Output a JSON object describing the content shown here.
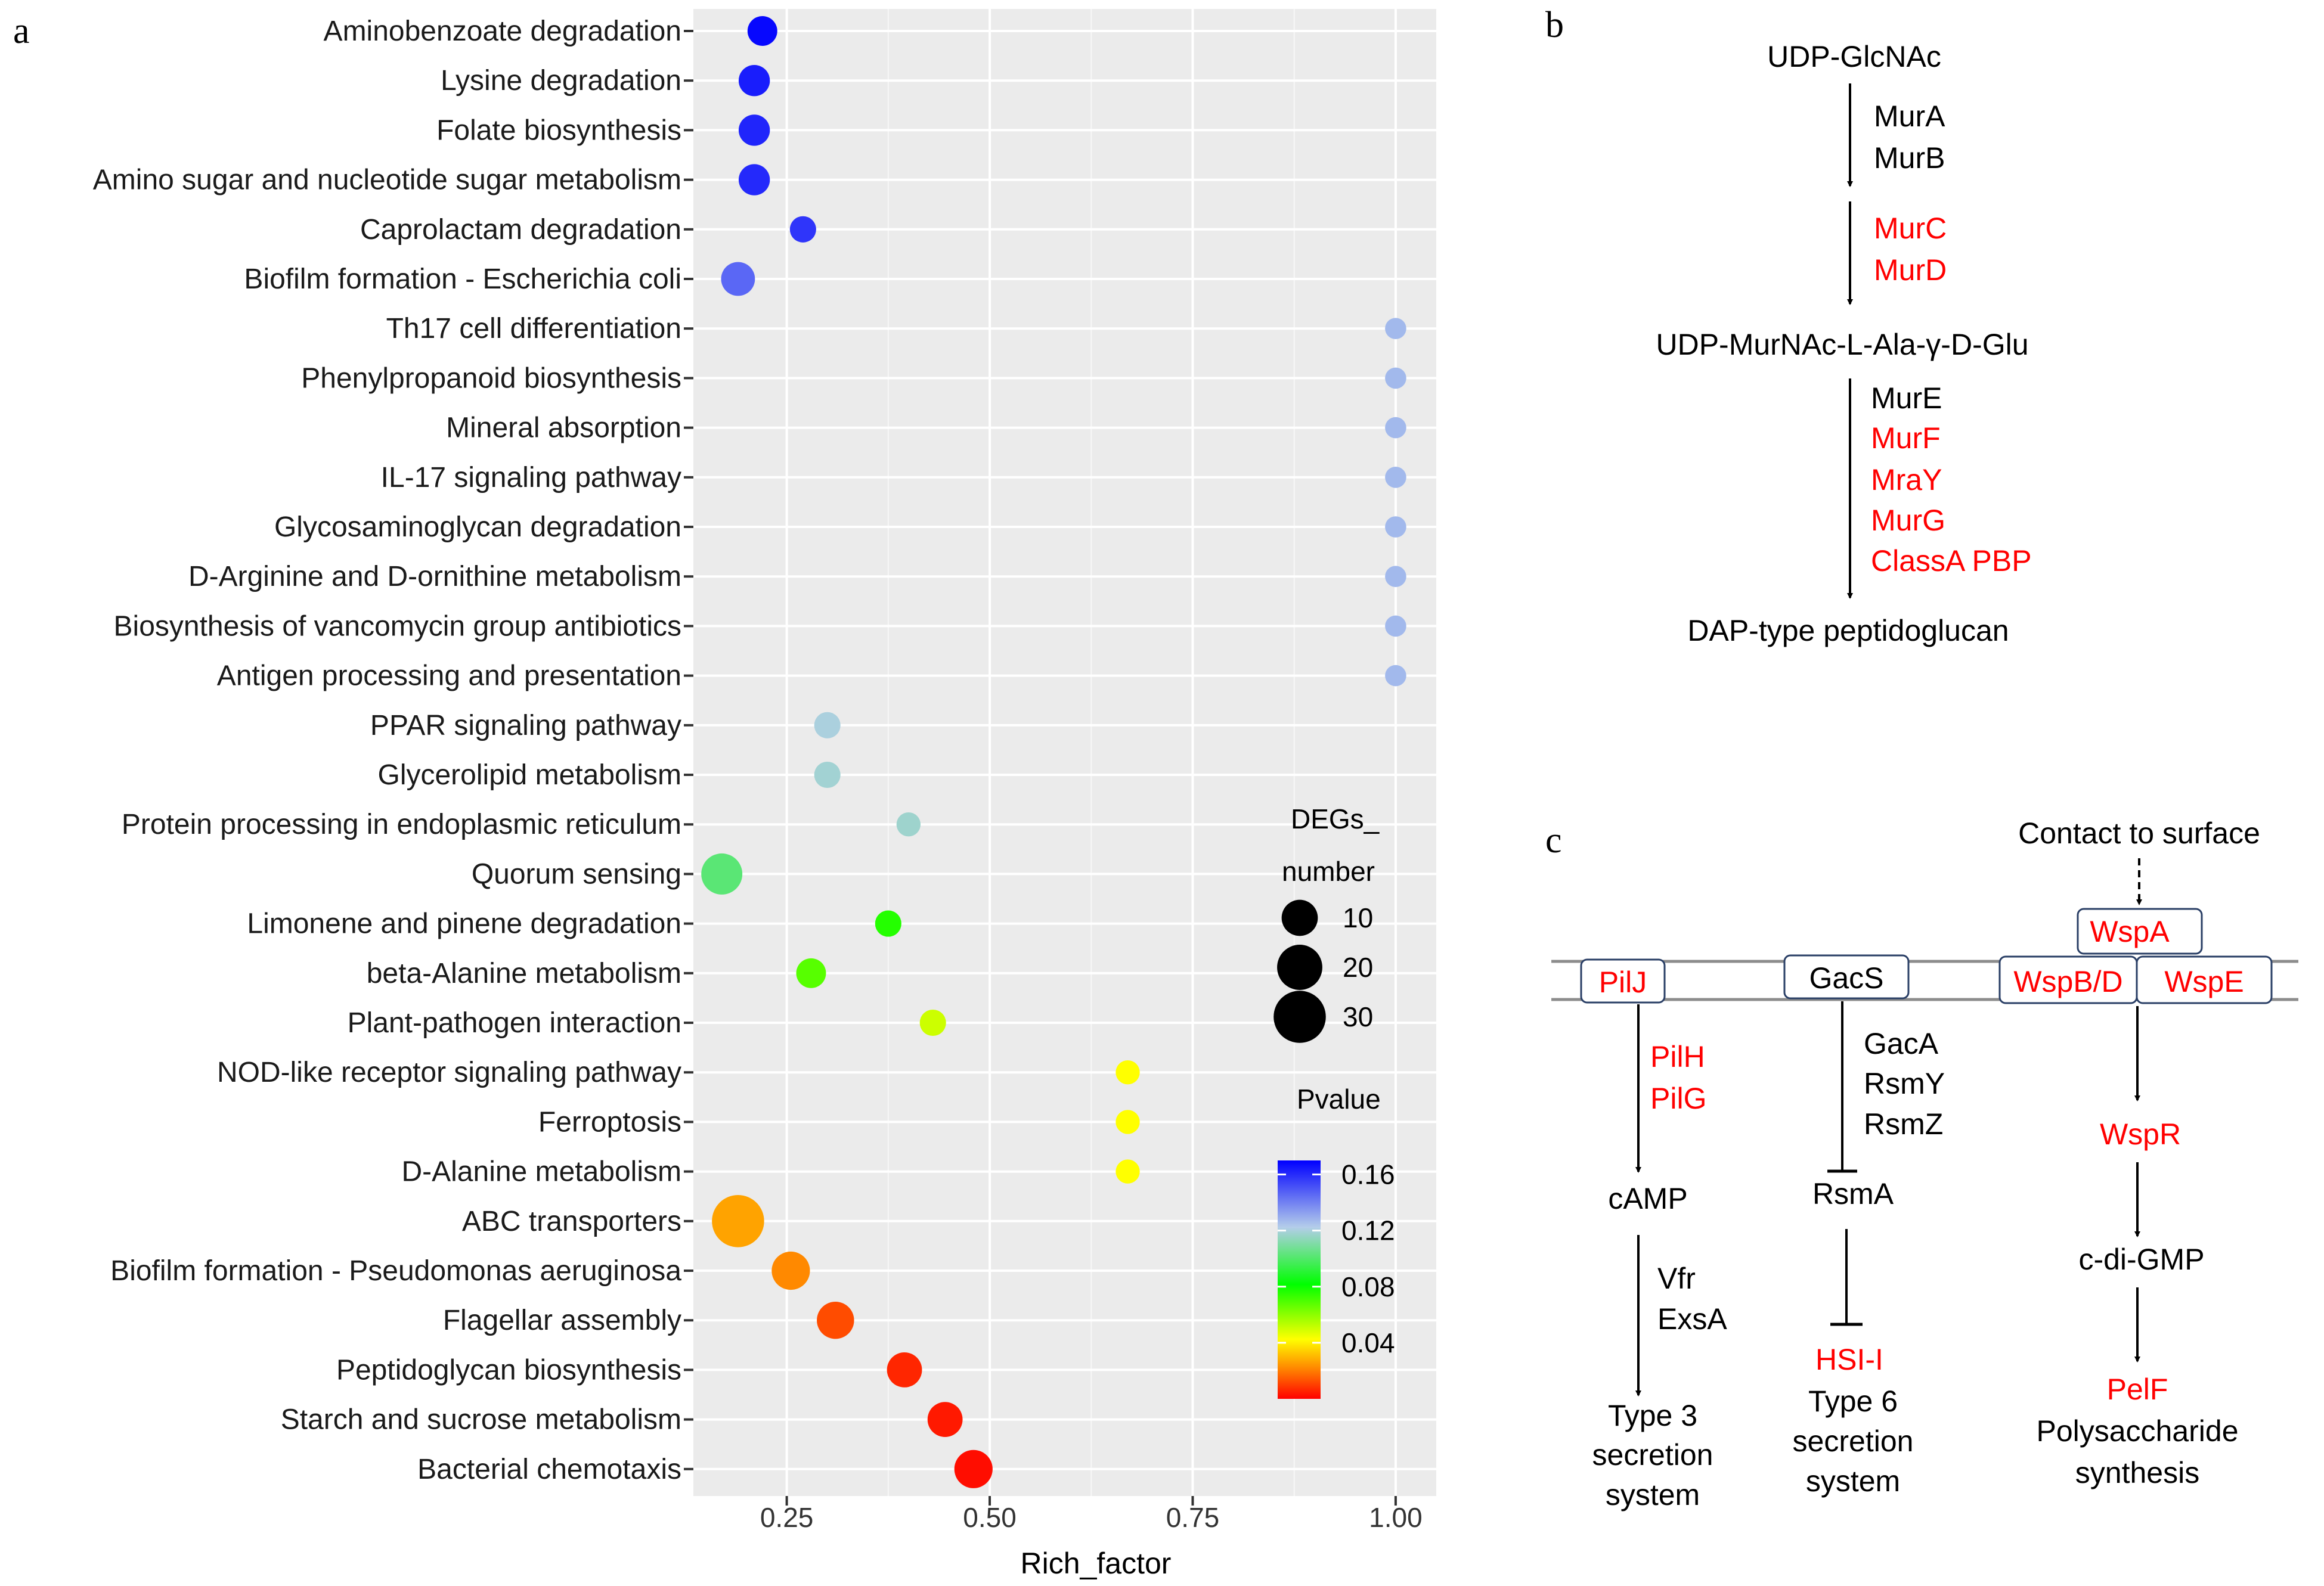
{
  "panels": {
    "a": "a",
    "b": "b",
    "c": "c"
  },
  "chart_data": {
    "type": "scatter",
    "xlabel": "Rich_factor",
    "ylabel": "",
    "xlim": [
      0.135,
      1.05
    ],
    "x_ticks": [
      0.25,
      0.5,
      0.75,
      1.0
    ],
    "x_tick_labels": [
      "0.25",
      "0.50",
      "0.75",
      "1.00"
    ],
    "grid": true,
    "legend_position": "right",
    "size_legend": {
      "title_line1": "DEGs_",
      "title_line2": "number",
      "entries": [
        {
          "label": "10",
          "value": 10
        },
        {
          "label": "20",
          "value": 20
        },
        {
          "label": "30",
          "value": 30
        }
      ]
    },
    "color_legend": {
      "title": "Pvalue",
      "range": [
        0.0,
        0.17
      ],
      "ticks": [
        {
          "label": "0.16",
          "value": 0.16
        },
        {
          "label": "0.12",
          "value": 0.12
        },
        {
          "label": "0.08",
          "value": 0.08
        },
        {
          "label": "0.04",
          "value": 0.04
        }
      ],
      "gradient": [
        "#ff0000",
        "#ff7f00",
        "#ffff00",
        "#00ff00",
        "#b4cdea",
        "#0000ff"
      ]
    },
    "points": [
      {
        "pathway": "Aminobenzoate degradation",
        "rich_factor": 0.22,
        "degs": 5,
        "pvalue": 0.168
      },
      {
        "pathway": "Lysine degradation",
        "rich_factor": 0.21,
        "degs": 6,
        "pvalue": 0.163
      },
      {
        "pathway": "Folate biosynthesis",
        "rich_factor": 0.21,
        "degs": 6,
        "pvalue": 0.161
      },
      {
        "pathway": "Amino sugar and nucleotide sugar metabolism",
        "rich_factor": 0.21,
        "degs": 6,
        "pvalue": 0.16
      },
      {
        "pathway": "Caprolactam degradation",
        "rich_factor": 0.27,
        "degs": 3,
        "pvalue": 0.157
      },
      {
        "pathway": "Biofilm formation - Escherichia coli",
        "rich_factor": 0.19,
        "degs": 8,
        "pvalue": 0.145
      },
      {
        "pathway": "Th17 cell differentiation",
        "rich_factor": 1.0,
        "degs": 1,
        "pvalue": 0.125
      },
      {
        "pathway": "Phenylpropanoid biosynthesis",
        "rich_factor": 1.0,
        "degs": 1,
        "pvalue": 0.125
      },
      {
        "pathway": "Mineral absorption",
        "rich_factor": 1.0,
        "degs": 1,
        "pvalue": 0.125
      },
      {
        "pathway": "IL-17 signaling pathway",
        "rich_factor": 1.0,
        "degs": 1,
        "pvalue": 0.125
      },
      {
        "pathway": "Glycosaminoglycan degradation",
        "rich_factor": 1.0,
        "degs": 1,
        "pvalue": 0.125
      },
      {
        "pathway": "D-Arginine and D-ornithine metabolism",
        "rich_factor": 1.0,
        "degs": 1,
        "pvalue": 0.125
      },
      {
        "pathway": "Biosynthesis of vancomycin group antibiotics",
        "rich_factor": 1.0,
        "degs": 1,
        "pvalue": 0.125
      },
      {
        "pathway": "Antigen processing and presentation",
        "rich_factor": 1.0,
        "degs": 1,
        "pvalue": 0.125
      },
      {
        "pathway": "PPAR signaling pathway",
        "rich_factor": 0.3,
        "degs": 3,
        "pvalue": 0.118
      },
      {
        "pathway": "Glycerolipid metabolism",
        "rich_factor": 0.3,
        "degs": 3,
        "pvalue": 0.116
      },
      {
        "pathway": "Protein processing in endoplasmic reticulum",
        "rich_factor": 0.4,
        "degs": 2,
        "pvalue": 0.115
      },
      {
        "pathway": "Quorum sensing",
        "rich_factor": 0.17,
        "degs": 15,
        "pvalue": 0.1
      },
      {
        "pathway": "Limonene and pinene degradation",
        "rich_factor": 0.375,
        "degs": 3,
        "pvalue": 0.075
      },
      {
        "pathway": "beta-Alanine metabolism",
        "rich_factor": 0.28,
        "degs": 5,
        "pvalue": 0.068
      },
      {
        "pathway": "Plant-pathogen interaction",
        "rich_factor": 0.43,
        "degs": 3,
        "pvalue": 0.052
      },
      {
        "pathway": "NOD-like receptor signaling pathway",
        "rich_factor": 0.67,
        "degs": 2,
        "pvalue": 0.045
      },
      {
        "pathway": "Ferroptosis",
        "rich_factor": 0.67,
        "degs": 2,
        "pvalue": 0.045
      },
      {
        "pathway": "D-Alanine metabolism",
        "rich_factor": 0.67,
        "degs": 2,
        "pvalue": 0.045
      },
      {
        "pathway": "ABC transporters",
        "rich_factor": 0.19,
        "degs": 30,
        "pvalue": 0.027
      },
      {
        "pathway": "Biofilm formation - Pseudomonas aeruginosa",
        "rich_factor": 0.255,
        "degs": 12,
        "pvalue": 0.022
      },
      {
        "pathway": "Flagellar assembly",
        "rich_factor": 0.31,
        "degs": 11,
        "pvalue": 0.012
      },
      {
        "pathway": "Peptidoglycan biosynthesis",
        "rich_factor": 0.395,
        "degs": 9,
        "pvalue": 0.006
      },
      {
        "pathway": "Starch and sucrose metabolism",
        "rich_factor": 0.445,
        "degs": 9,
        "pvalue": 0.004
      },
      {
        "pathway": "Bacterial chemotaxis",
        "rich_factor": 0.48,
        "degs": 12,
        "pvalue": 0.002
      }
    ]
  },
  "panel_b": {
    "start": "UDP-GlcNAc",
    "step1": [
      {
        "text": "MurA",
        "color": "black"
      },
      {
        "text": "MurB",
        "color": "black"
      }
    ],
    "step2": [
      {
        "text": "MurC",
        "color": "red"
      },
      {
        "text": "MurD",
        "color": "red"
      }
    ],
    "mid": "UDP-MurNAc-L-Ala-γ-D-Glu",
    "step3": [
      {
        "text": "MurE",
        "color": "black"
      },
      {
        "text": "MurF",
        "color": "red"
      },
      {
        "text": "MraY",
        "color": "red"
      },
      {
        "text": "MurG",
        "color": "red"
      },
      {
        "text": "ClassA PBP",
        "color": "red"
      }
    ],
    "end": "DAP-type peptidoglucan"
  },
  "panel_c": {
    "contact": "Contact to surface",
    "boxes": {
      "pilj": "PilJ",
      "gacs": "GacS",
      "wspa": "WspA",
      "wspbd": "WspB/D",
      "wspe": "WspE"
    },
    "pil_genes": [
      "PilH",
      "PilG"
    ],
    "camp": "cAMP",
    "vfr": [
      "Vfr",
      "ExsA"
    ],
    "t3": [
      "Type 3",
      "secretion",
      "system"
    ],
    "gac_genes": [
      "GacA",
      "RsmY",
      "RsmZ"
    ],
    "rsma": "RsmA",
    "hsi": "HSI-I",
    "t6": [
      "Type 6",
      "secretion",
      "system"
    ],
    "wspr": "WspR",
    "cdigmp": "c-di-GMP",
    "pelf": "PelF",
    "poly": [
      "Polysaccharide",
      "synthesis"
    ]
  }
}
